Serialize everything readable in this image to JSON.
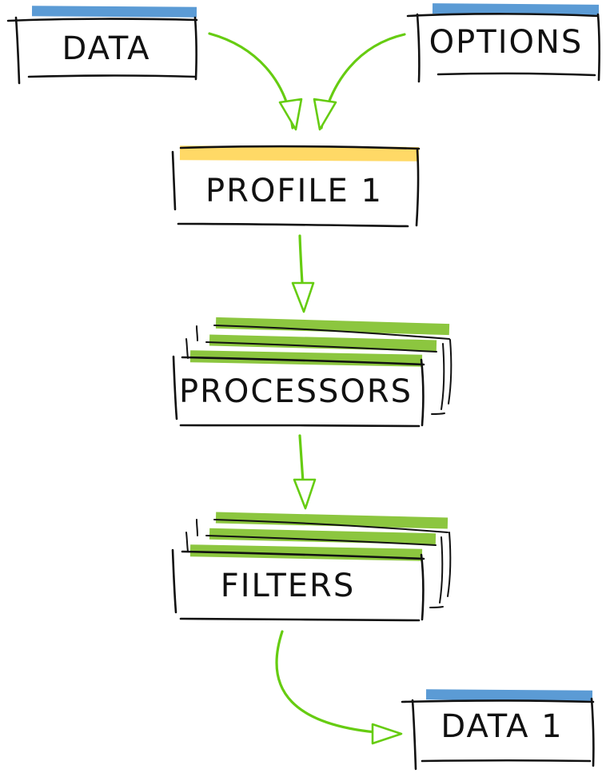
{
  "nodes": {
    "data_input": {
      "label": "DATA"
    },
    "options": {
      "label": "OPTIONS"
    },
    "profile": {
      "label": "PROFILE 1"
    },
    "processors": {
      "label": "PROCESSORS"
    },
    "filters": {
      "label": "FILTERS"
    },
    "data_output": {
      "label": "DATA 1"
    }
  },
  "colors": {
    "data_accent": "#5b9bd5",
    "profile_accent": "#ffd966",
    "stack_accent": "#8cc63f",
    "arrow": "#66cc11",
    "ink": "#111111"
  }
}
